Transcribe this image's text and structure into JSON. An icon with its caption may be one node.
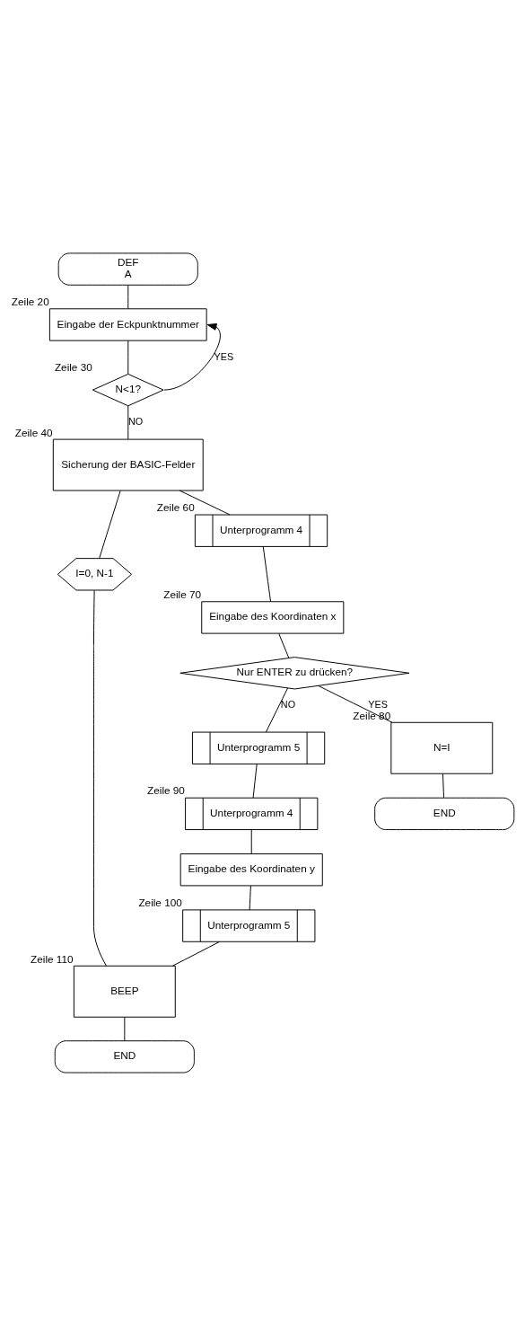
{
  "diagram": {
    "nodes": [
      {
        "text": [
          "DEF",
          "A"
        ]
      },
      {
        "text": [
          "Eingabe der Eckpunktnummer"
        ],
        "beside": [
          "Zeile 20"
        ]
      },
      {
        "text": [
          "N<1?"
        ],
        "beside": [
          "Zeile 30"
        ]
      },
      {
        "text": [
          "Sicherung der BASIC-Felder"
        ],
        "beside": [
          "Zeile 40"
        ]
      },
      {
        "text": [
          "I=0, N-1"
        ]
      },
      {
        "text": [
          "Unterprogramm 4"
        ],
        "beside": [
          "Zeile 60"
        ]
      },
      {
        "text": [
          "Eingabe des Koordinaten x"
        ],
        "beside": [
          "Zeile 70"
        ]
      },
      {
        "text": [
          "Nur ENTER zu drücken?"
        ]
      },
      {
        "text": [
          "Unterprogramm 5"
        ]
      },
      {
        "text": [
          "N=I"
        ],
        "beside": [
          "Zeile 80"
        ]
      },
      {
        "text": [
          "Unterprogramm 4"
        ],
        "beside": [
          "Zeile 90"
        ]
      },
      {
        "text": [
          "END"
        ]
      },
      {
        "text": [
          "Eingabe des Koordinaten y"
        ]
      },
      {
        "text": [
          "Unterprogramm 5"
        ],
        "beside": [
          "Zeile 100"
        ]
      },
      {
        "text": [
          "BEEP"
        ],
        "beside": [
          "Zeile 110"
        ]
      },
      {
        "text": [
          "END"
        ]
      }
    ],
    "edges": [
      {
        "from": 0,
        "to": 1,
        "arrow": "none"
      },
      {
        "from": 1,
        "to": 2,
        "arrow": "none"
      },
      {
        "from": 2,
        "to": 1,
        "arrow": "to",
        "label": "YES"
      },
      {
        "from": 2,
        "to": 3,
        "arrow": "none",
        "label": "NO"
      },
      {
        "from": 3,
        "to": 5,
        "arrow": "none"
      },
      {
        "from": 3,
        "to": 4,
        "arrow": "none"
      },
      {
        "from": 5,
        "to": 6,
        "arrow": "none"
      },
      {
        "from": 6,
        "to": 7,
        "arrow": "none"
      },
      {
        "from": 7,
        "to": 8,
        "arrow": "none",
        "label": "NO"
      },
      {
        "from": 7,
        "to": 9,
        "arrow": "none",
        "label": "YES"
      },
      {
        "from": 9,
        "to": 11,
        "arrow": "none"
      },
      {
        "from": 8,
        "to": 10,
        "arrow": "none"
      },
      {
        "from": 10,
        "to": 12,
        "arrow": "none"
      },
      {
        "from": 12,
        "to": 13,
        "arrow": "none"
      },
      {
        "from": 13,
        "to": 14,
        "arrow": "none"
      },
      {
        "from": 4,
        "to": 14,
        "arrow": "none"
      },
      {
        "from": 14,
        "to": 15,
        "arrow": "none"
      }
    ]
  }
}
